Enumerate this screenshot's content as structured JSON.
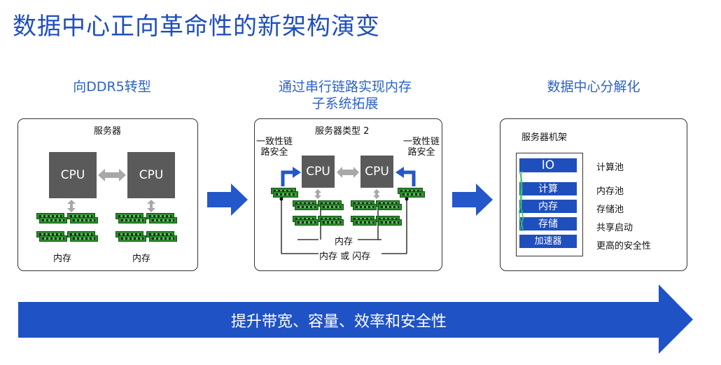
{
  "title": "数据中心正向革命性的新架构演变",
  "colors": {
    "accent": "#1f4fbd",
    "cpu": "#5a5a5a",
    "dimm": "#2e8b2e",
    "arrow": "#2457c9"
  },
  "sections": [
    {
      "heading": "向DDR5转型",
      "box_label": "服务器",
      "cpu_labels": [
        "CPU",
        "CPU"
      ],
      "memory_labels": [
        "内存",
        "内存"
      ]
    },
    {
      "heading_lines": [
        "通过串行链路实现内存",
        "子系统拓展"
      ],
      "box_label": "服务器类型 2",
      "cpu_labels": [
        "CPU",
        "CPU"
      ],
      "coherent_link_lines": [
        "一致性链",
        "路安全"
      ],
      "memory_label": "内存",
      "memory_or_flash_label": "内存 或 闪存"
    },
    {
      "heading": "数据中心分解化",
      "box_label": "服务器机架",
      "rack_slots": [
        "IO",
        "计算",
        "内存",
        "存储",
        "加速器"
      ],
      "pools": [
        "计算池",
        "内存池",
        "存储池",
        "共享启动",
        "更高的安全性"
      ]
    }
  ],
  "banner": "提升带宽、容量、效率和安全性"
}
